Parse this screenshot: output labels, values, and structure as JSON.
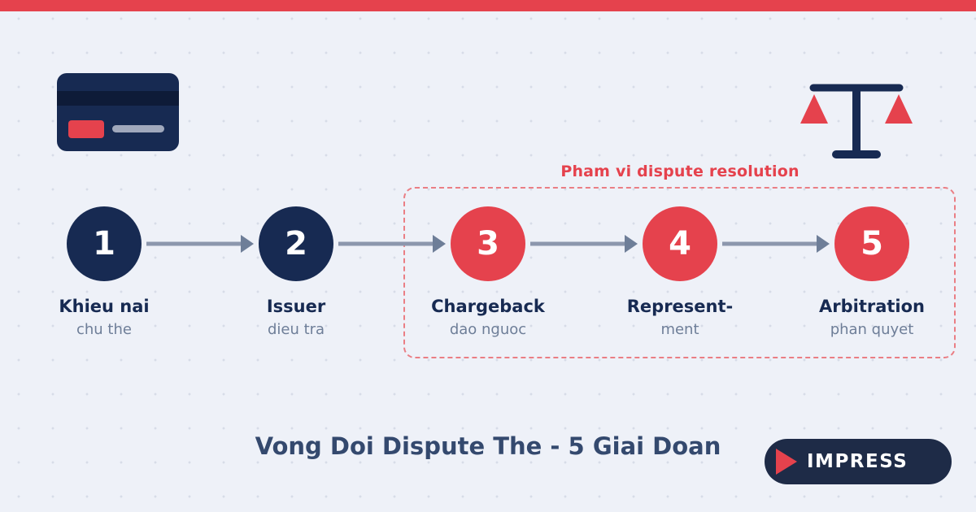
{
  "diagram": {
    "title": "Vong Doi Dispute The - 5 Giai Doan",
    "scope_label": "Pham vi dispute resolution",
    "steps": [
      {
        "number": "1",
        "title": "Khieu nai",
        "subtitle": "chu the",
        "in_scope": false
      },
      {
        "number": "2",
        "title": "Issuer",
        "subtitle": "dieu tra",
        "in_scope": false
      },
      {
        "number": "3",
        "title": "Chargeback",
        "subtitle": "dao nguoc",
        "in_scope": true
      },
      {
        "number": "4",
        "title": "Represent-",
        "subtitle": "ment",
        "in_scope": true
      },
      {
        "number": "5",
        "title": "Arbitration",
        "subtitle": "phan quyet",
        "in_scope": true
      }
    ]
  },
  "brand": {
    "name": "IMPRESS"
  },
  "icons": {
    "top_left": "credit-card-icon",
    "top_right": "balance-scale-icon",
    "badge": "play-icon"
  },
  "colors": {
    "navy": "#172a52",
    "red": "#e5424d",
    "arrow": "#8c97ad",
    "background": "#eef1f8"
  }
}
